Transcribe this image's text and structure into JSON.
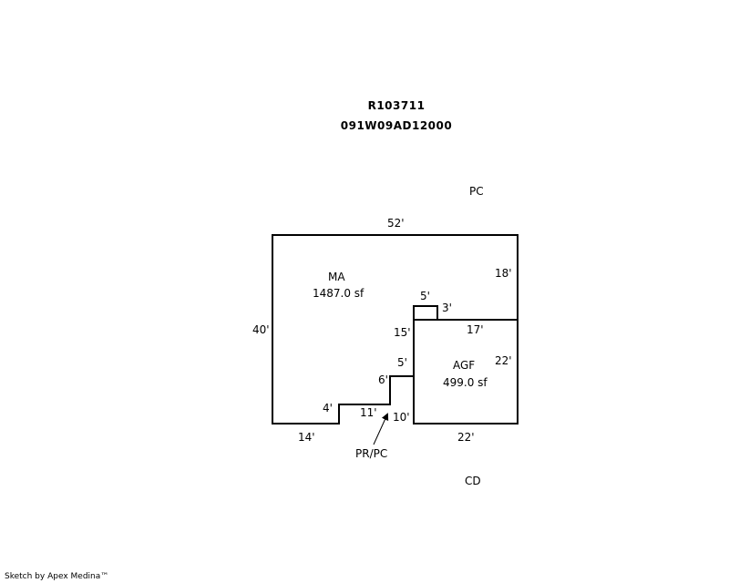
{
  "header": {
    "parcel_id": "R103711",
    "map_number": "091W09AD12000"
  },
  "labels": {
    "top_note": "PC",
    "bottom_note": "CD",
    "pointer_label": "PR/PC"
  },
  "areas": {
    "main": {
      "code": "MA",
      "area": "1487.0 sf"
    },
    "garage": {
      "code": "AGF",
      "area": "499.0 sf"
    }
  },
  "dimensions": {
    "top": "52'",
    "left": "40'",
    "right_upper": "18'",
    "notch_top": "5'",
    "notch_side": "3'",
    "garage_top": "17'",
    "garage_right": "22'",
    "garage_bottom": "22'",
    "garage_left_upper": "15'",
    "garage_left_lower": "10'",
    "porch_top": "5'",
    "porch_side": "6'",
    "porch_bottom": "11'",
    "step": "4'",
    "bottom_left": "14'"
  },
  "footer": "Sketch by Apex Medina™"
}
